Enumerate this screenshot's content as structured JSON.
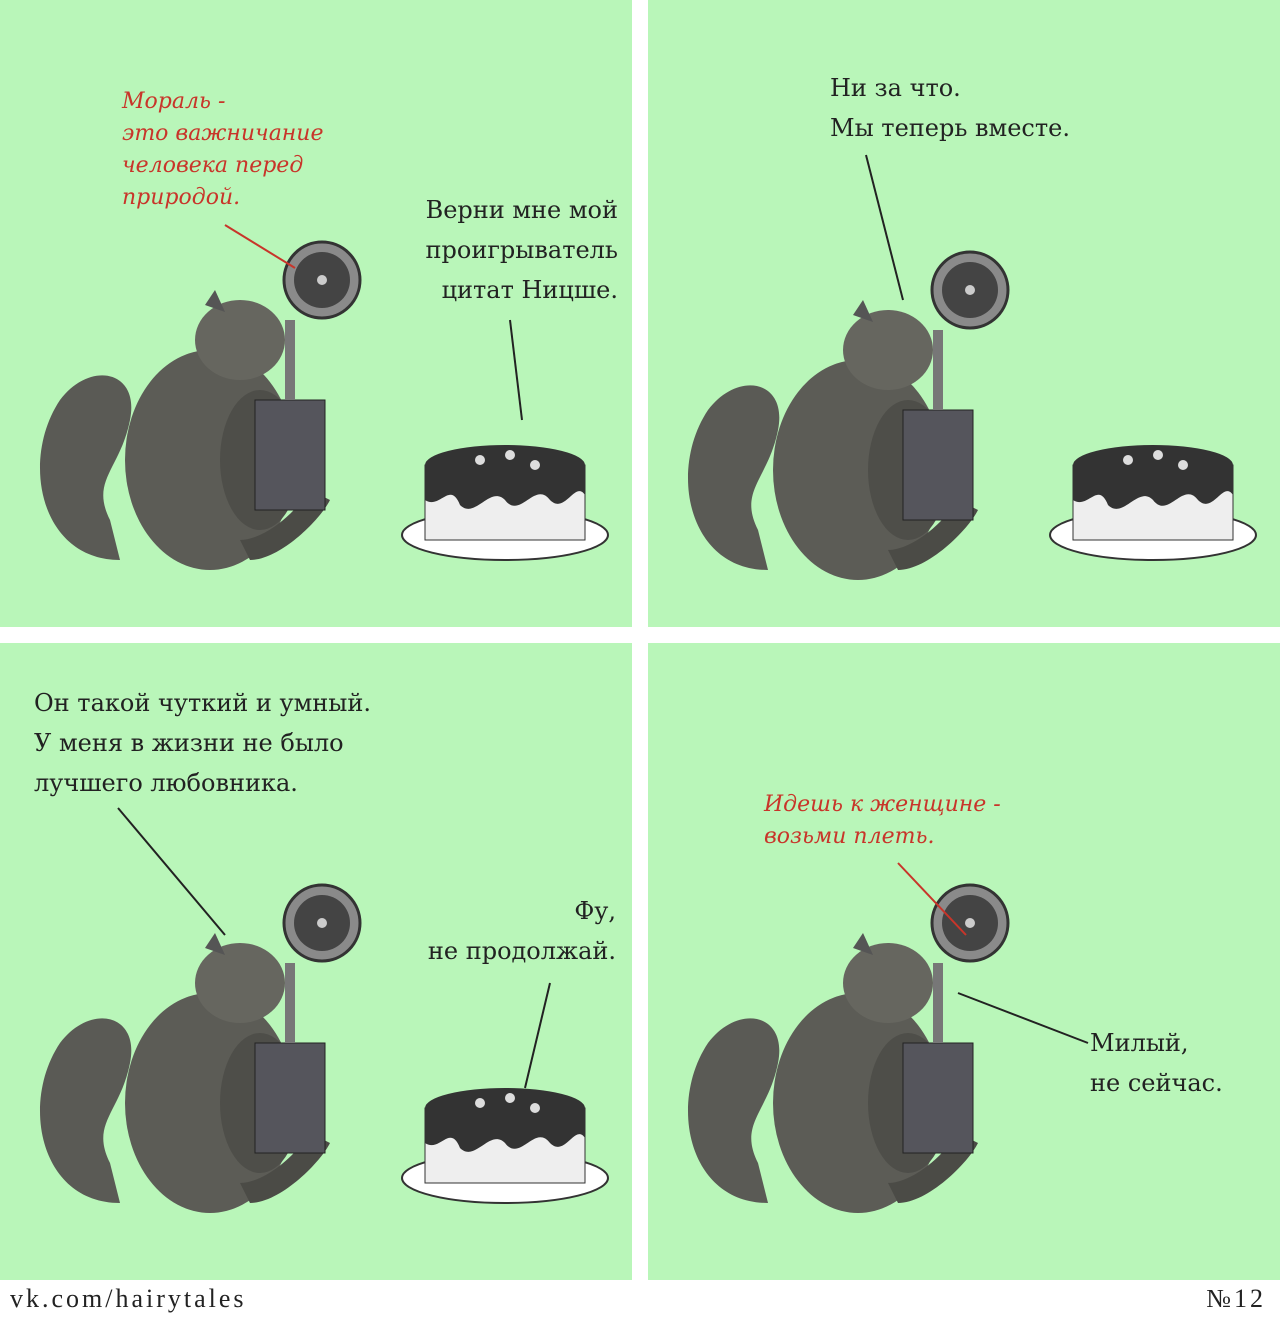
{
  "panels": [
    {
      "quote": "Мораль -\nэто важничание\nчеловека перед\nприродой.",
      "speech": "Верни мне мой\nпроигрыватель\nцитат Ницше."
    },
    {
      "speech": "Ни за что.\nМы теперь вместе."
    },
    {
      "speech": "Он такой чуткий и умный.\nУ меня в жизни не было\nлучшего любовника.",
      "reply": "Фу,\nне продолжай."
    },
    {
      "quote": "Идешь к женщине -\nвозьми плеть.",
      "speech": "Милый,\nне сейчас."
    }
  ],
  "footer": {
    "site": "vk.com/hairytales",
    "issue": "№12"
  },
  "colors": {
    "panel_bg": "#b9f6b9",
    "quote_red": "#c8352a"
  }
}
